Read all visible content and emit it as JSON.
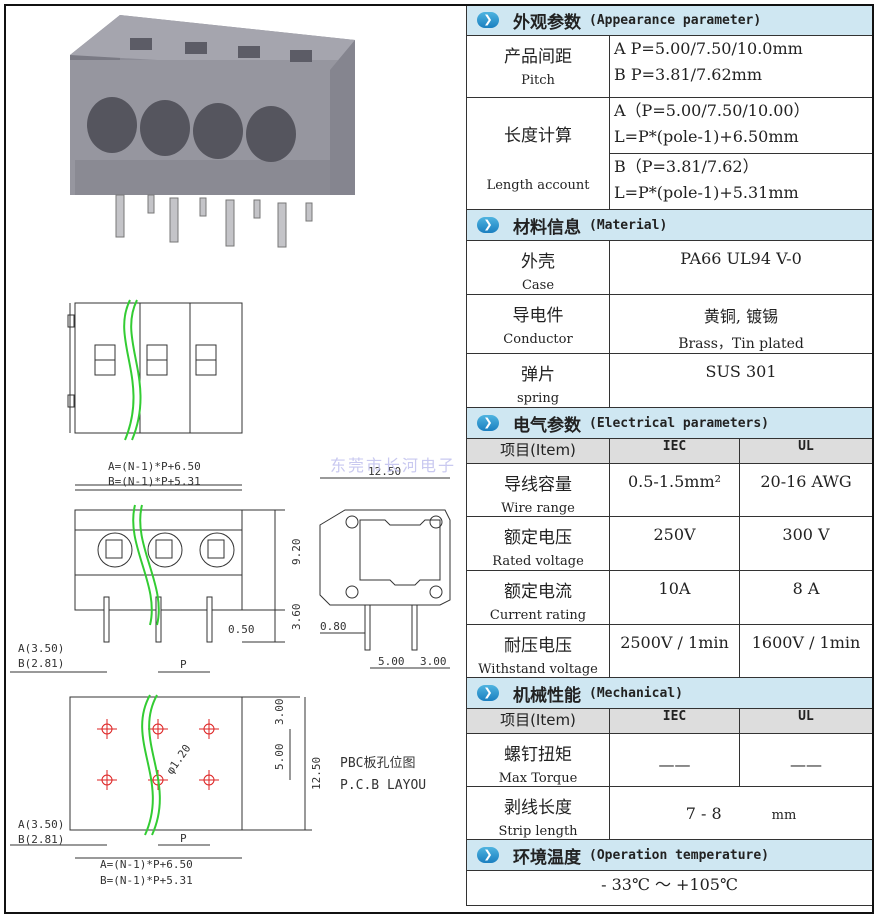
{
  "watermark": "东莞市长河电子",
  "drawings": {
    "dim_total_a": "A=(N-1)*P+6.50",
    "dim_total_b": "B=(N-1)*P+5.31",
    "dim_width": "12.50",
    "dim_height": "9.20",
    "dim_pin": "3.60",
    "dim_pin_w": "0.50",
    "dim_a": "A(3.50)",
    "dim_b": "B(2.81)",
    "dim_p": "P",
    "dim_side_080": "0.80",
    "dim_side_500": "5.00",
    "dim_side_300": "3.00",
    "pcb_300": "3.00",
    "pcb_500": "5.00",
    "pcb_1250": "12.50",
    "pcb_hole": "φ1.20",
    "pcb_label_cn": "PBC板孔位图",
    "pcb_label_en": "P.C.B LAYOU",
    "pcb_a": "A(3.50)",
    "pcb_b": "B(2.81)",
    "pcb_p": "P",
    "pcb_total_a": "A=(N-1)*P+6.50",
    "pcb_total_b": "B=(N-1)*P+5.31"
  },
  "appearance": {
    "title_cn": "外观参数",
    "title_en": "(Appearance parameter)",
    "pitch_cn": "产品间距",
    "pitch_en": "Pitch",
    "pitch_a": "A   P=5.00/7.50/10.0mm",
    "pitch_b": "B   P=3.81/7.62mm",
    "len_cn": "长度计算",
    "len_en": "Length account",
    "len_a1": "A（P=5.00/7.50/10.00）",
    "len_a2": "L=P*(pole-1)+6.50mm",
    "len_b1": "B（P=3.81/7.62）",
    "len_b2": "L=P*(pole-1)+5.31mm"
  },
  "material": {
    "title_cn": "材料信息",
    "title_en": "(Material)",
    "rows": [
      {
        "cn": "外壳",
        "en": "Case",
        "v1": "PA66 UL94 V-0",
        "v2": ""
      },
      {
        "cn": "导电件",
        "en": "Conductor",
        "v1": "黄铜, 镀锡",
        "v2": "Brass，Tin plated"
      },
      {
        "cn": "弹片",
        "en": "spring",
        "v1": "SUS  301",
        "v2": ""
      }
    ]
  },
  "electrical": {
    "title_cn": "电气参数",
    "title_en": "(Electrical parameters)",
    "h_item": "项目(Item)",
    "h_iec": "IEC",
    "h_ul": "UL",
    "rows": [
      {
        "cn": "导线容量",
        "en": "Wire range",
        "iec": "0.5-1.5mm²",
        "ul": "20-16  AWG"
      },
      {
        "cn": "额定电压",
        "en": "Rated voltage",
        "iec": "250V",
        "ul": "300 V"
      },
      {
        "cn": "额定电流",
        "en": "Current rating",
        "iec": "10A",
        "ul": "8  A"
      },
      {
        "cn": "耐压电压",
        "en": "Withstand voltage",
        "iec": "2500V / 1min",
        "ul": "1600V / 1min"
      }
    ]
  },
  "mechanical": {
    "title_cn": "机械性能",
    "title_en": "(Mechanical)",
    "h_item": "项目(Item)",
    "h_iec": "IEC",
    "h_ul": "UL",
    "torque_cn": "螺钉扭矩",
    "torque_en": "Max Torque",
    "torque_iec": "——",
    "torque_ul": "——",
    "strip_cn": "剥线长度",
    "strip_en": "Strip length",
    "strip_val": "7 - 8",
    "strip_unit": "mm"
  },
  "temperature": {
    "title_cn": "环境温度",
    "title_en": "(Operation temperature)",
    "value": "- 33℃  ～  +105℃"
  }
}
